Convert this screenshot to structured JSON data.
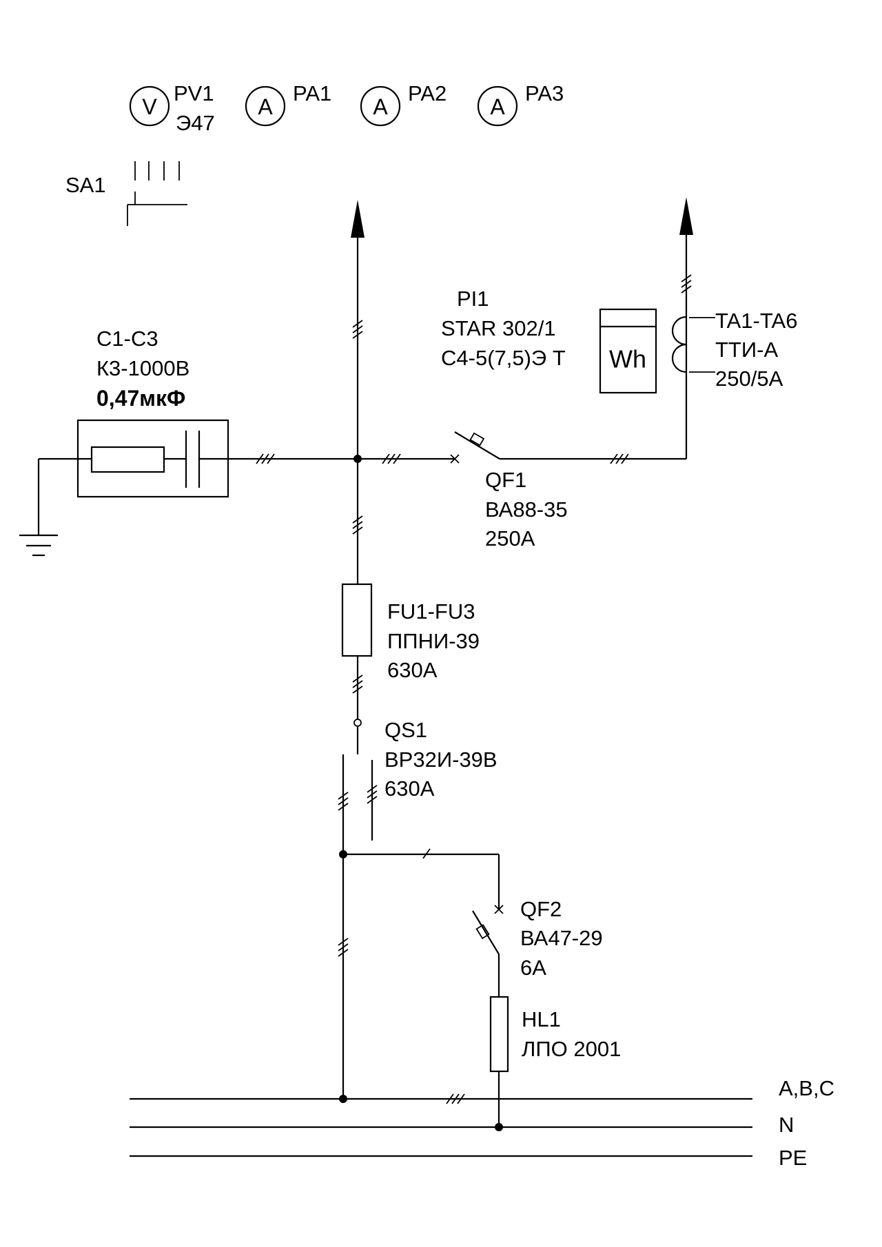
{
  "meters": {
    "pv1": {
      "symbol": "V",
      "name": "PV1",
      "type": "Э47"
    },
    "pa1": {
      "symbol": "A",
      "name": "PA1"
    },
    "pa2": {
      "symbol": "A",
      "name": "PA2"
    },
    "pa3": {
      "symbol": "A",
      "name": "PA3"
    }
  },
  "switch_sa1": {
    "name": "SA1"
  },
  "capacitors": {
    "name": "C1-C3",
    "type": "К3-1000В",
    "value": "0,47мкФ"
  },
  "energy_meter": {
    "name": "PI1",
    "model": "STAR 302/1",
    "spec": "С4-5(7,5)Э Т",
    "symbol": "Wh"
  },
  "current_transformers": {
    "name": "TA1-TA6",
    "type": "ТТИ-А",
    "ratio": "250/5А"
  },
  "breaker_qf1": {
    "name": "QF1",
    "type": "ВА88-35",
    "rating": "250А"
  },
  "fuses": {
    "name": "FU1-FU3",
    "type": "ППНИ-39",
    "rating": "630А"
  },
  "switch_qs1": {
    "name": "QS1",
    "type": "ВР32И-39В",
    "rating": "630А"
  },
  "breaker_qf2": {
    "name": "QF2",
    "type": "ВА47-29",
    "rating": "6А"
  },
  "lamp_hl1": {
    "name": "HL1",
    "type": "ЛПО 2001"
  },
  "buses": {
    "phases": "A,B,C",
    "neutral": "N",
    "earth": "PE"
  }
}
